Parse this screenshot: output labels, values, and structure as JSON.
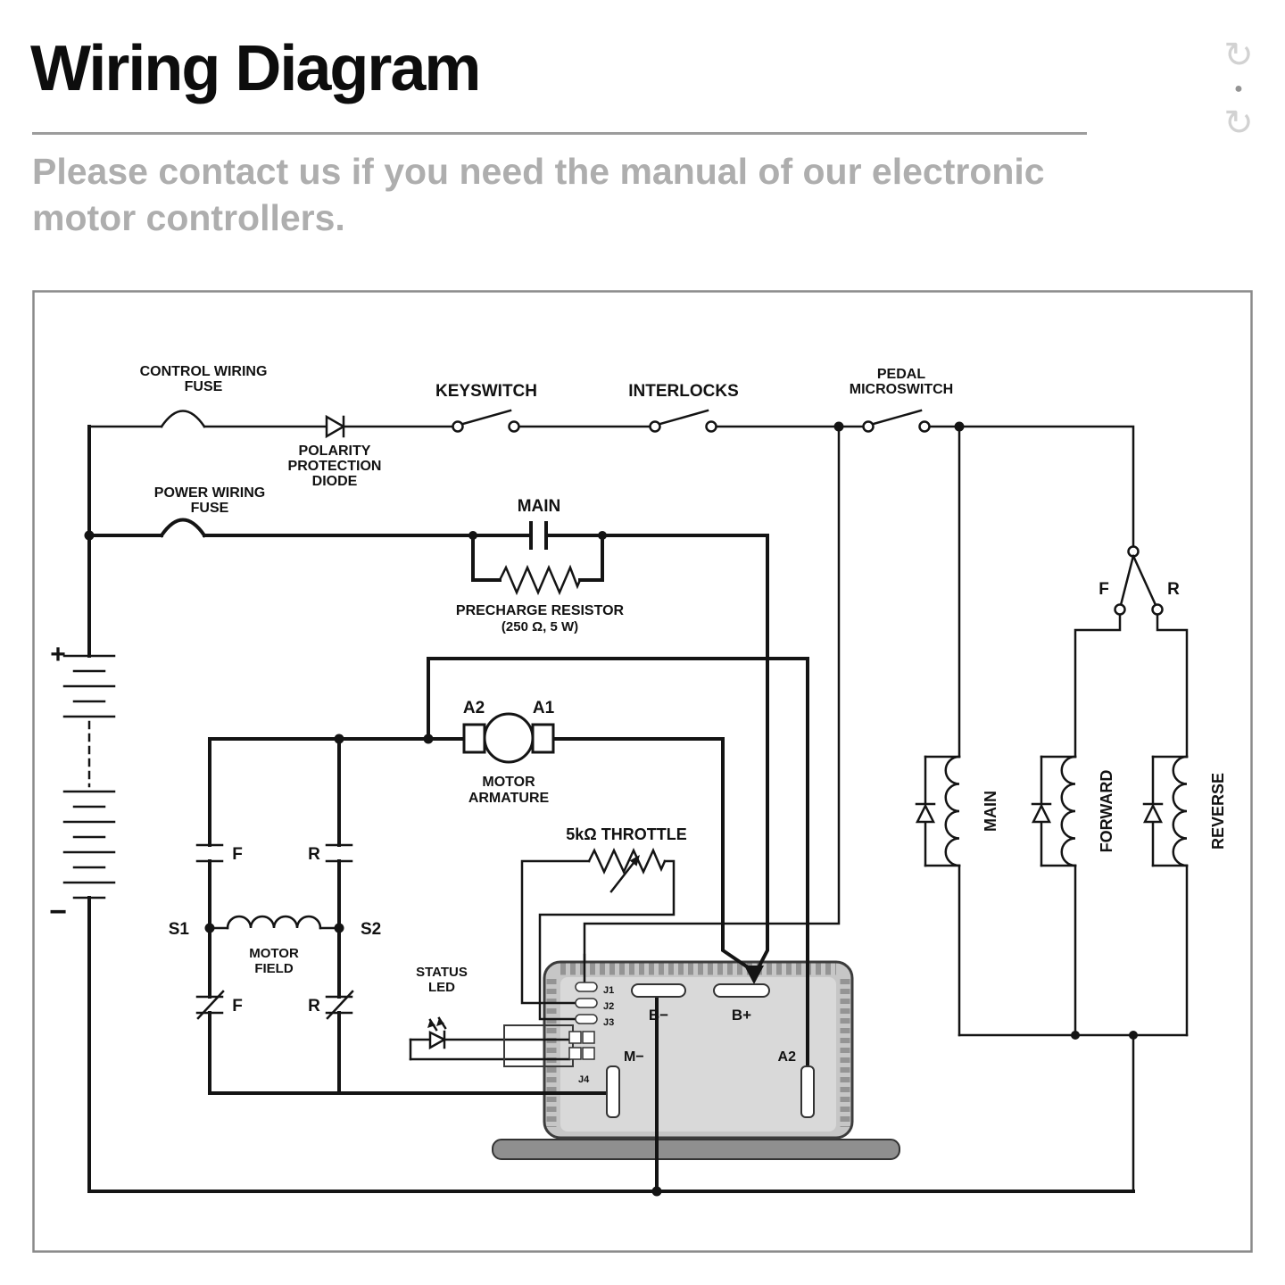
{
  "header": {
    "title": "Wiring Diagram",
    "subtitle_line1": "Please contact us if you need the manual of our electronic",
    "subtitle_line2": "motor controllers."
  },
  "side_controls": {
    "rotate_up": "↻",
    "dot": "●",
    "rotate_down": "↻"
  },
  "colors": {
    "wire": "#141414",
    "controller_body": "#c6c6c6",
    "controller_face": "#d9d9d9",
    "controller_base": "#8f8f8f",
    "subtitle_gray": "#aeaeae",
    "divider_gray": "#9c9c9c"
  },
  "diagram": {
    "labels": {
      "control_fuse_1": "CONTROL WIRING",
      "control_fuse_2": "FUSE",
      "polarity_1": "POLARITY",
      "polarity_2": "PROTECTION",
      "polarity_3": "DIODE",
      "keyswitch": "KEYSWITCH",
      "interlocks": "INTERLOCKS",
      "pedal_1": "PEDAL",
      "pedal_2": "MICROSWITCH",
      "power_fuse_1": "POWER WIRING",
      "power_fuse_2": "FUSE",
      "main_contactor": "MAIN",
      "precharge_1": "PRECHARGE RESISTOR",
      "precharge_2": "(250 Ω, 5 W)",
      "battery_plus": "+",
      "battery_minus": "−",
      "armature_a2": "A2",
      "armature_a1": "A1",
      "motor_armature_1": "MOTOR",
      "motor_armature_2": "ARMATURE",
      "field_f_top": "F",
      "field_r_top": "R",
      "field_f_bottom": "F",
      "field_r_bottom": "R",
      "s1": "S1",
      "s2": "S2",
      "motor_field_1": "MOTOR",
      "motor_field_2": "FIELD",
      "throttle": "5kΩ THROTTLE",
      "status_led_1": "STATUS",
      "status_led_2": "LED",
      "j1": "J1",
      "j2": "J2",
      "j3": "J3",
      "j4": "J4",
      "b_minus": "B−",
      "b_plus": "B+",
      "m_minus": "M−",
      "a2_terminal": "A2",
      "switch_f": "F",
      "switch_r": "R",
      "coil_main": "MAIN",
      "coil_forward": "FORWARD",
      "coil_reverse": "REVERSE"
    }
  }
}
